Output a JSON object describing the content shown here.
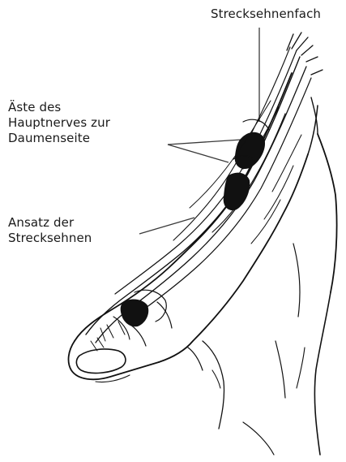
{
  "labels": {
    "streck_fach": "Strecksehnenfach",
    "aeste_line1": "Äste des",
    "aeste_line2": "Hauptnerves zur",
    "aeste_line3": "Daumenseite",
    "ansatz_line1": "Ansatz der",
    "ansatz_line2": "Strecksehnen"
  },
  "colors": {
    "ink": "#111111",
    "text": "#1a1a1a",
    "background": "#ffffff"
  }
}
